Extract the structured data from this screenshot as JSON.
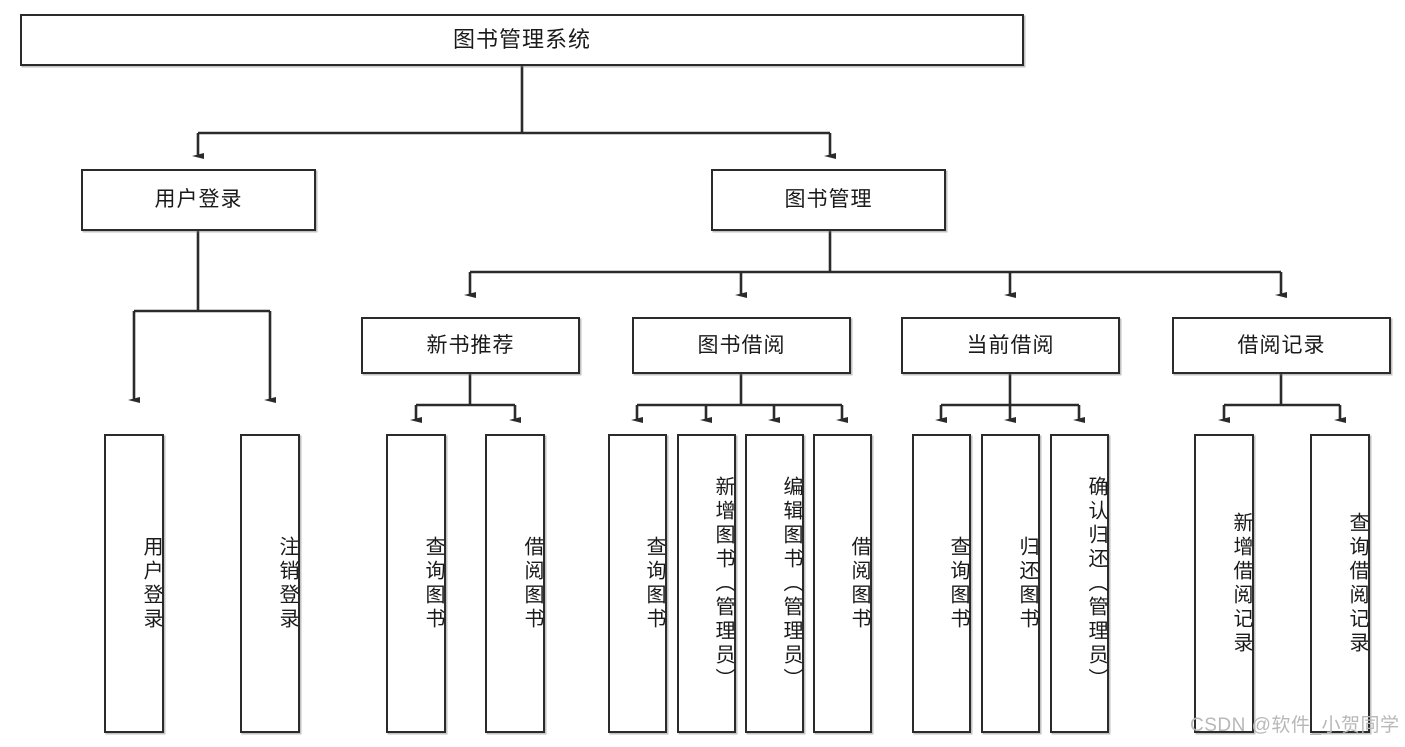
{
  "diagram": {
    "title": "图书管理系统",
    "type": "tree-hierarchy",
    "watermark": "CSDN @软件_小贺同学",
    "colors": {
      "stroke": "#2b2b2b",
      "fill": "#ffffff",
      "text": "#1a1a1a",
      "watermark": "#b8b8b8"
    },
    "levels": {
      "root": {
        "label": "图书管理系统"
      },
      "level2": [
        {
          "label": "用户登录"
        },
        {
          "label": "图书管理"
        }
      ],
      "level3": [
        {
          "label": "新书推荐"
        },
        {
          "label": "图书借阅"
        },
        {
          "label": "当前借阅"
        },
        {
          "label": "借阅记录"
        }
      ],
      "leaves_user_login": [
        {
          "label": "用户登录"
        },
        {
          "label": "注销登录"
        }
      ],
      "leaves_new_books": [
        {
          "label": "查询图书"
        },
        {
          "label": "借阅图书"
        }
      ],
      "leaves_borrow": [
        {
          "label": "查询图书"
        },
        {
          "label": "新增图书（管理员）"
        },
        {
          "label": "编辑图书（管理员）"
        },
        {
          "label": "借阅图书"
        }
      ],
      "leaves_current": [
        {
          "label": "查询图书"
        },
        {
          "label": "归还图书"
        },
        {
          "label": "确认归还（管理员）"
        }
      ],
      "leaves_records": [
        {
          "label": "新增借阅记录"
        },
        {
          "label": "查询借阅记录"
        }
      ]
    }
  }
}
